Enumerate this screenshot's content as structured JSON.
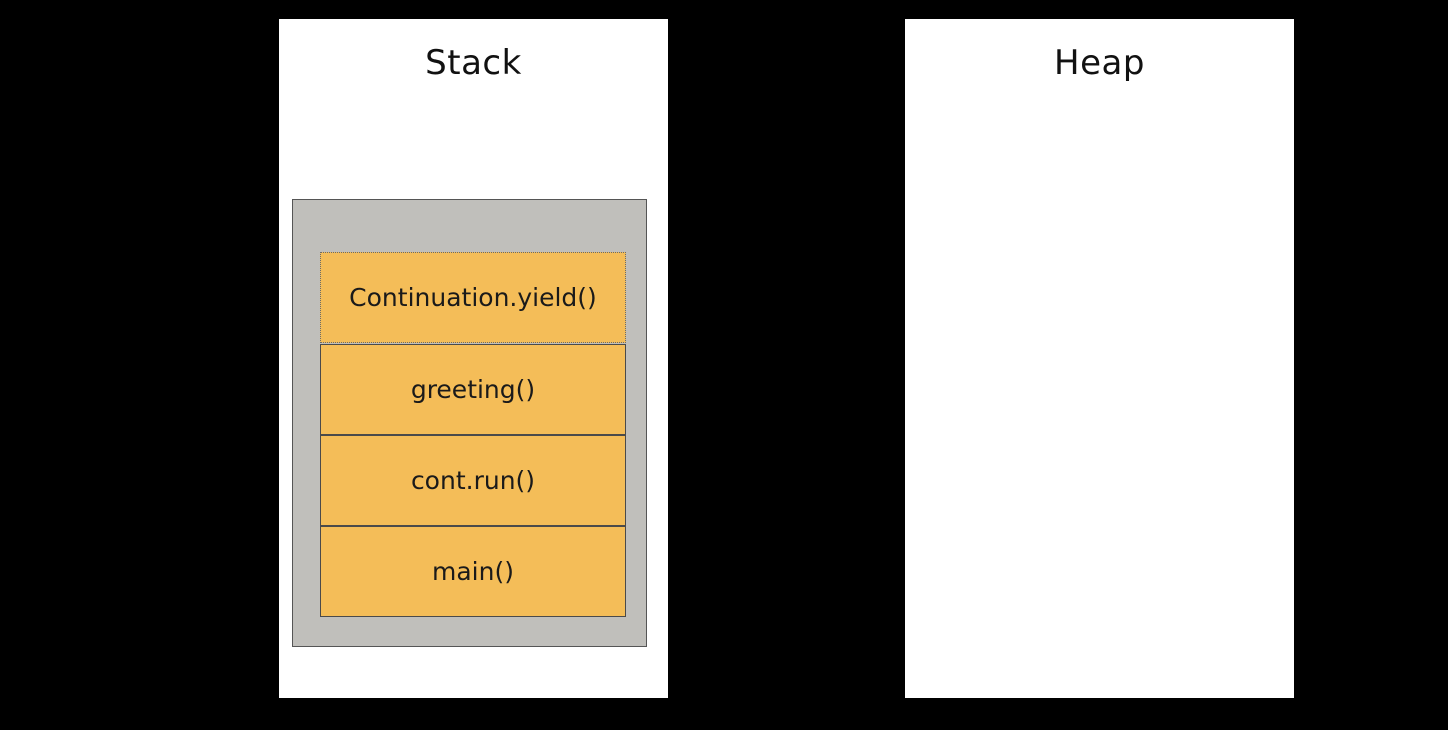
{
  "stack": {
    "title": "Stack",
    "frames": [
      {
        "label": "Continuation.yield()",
        "style": "dotted"
      },
      {
        "label": "greeting()",
        "style": "solid"
      },
      {
        "label": "cont.run()",
        "style": "solid"
      },
      {
        "label": "main()",
        "style": "solid"
      }
    ]
  },
  "heap": {
    "title": "Heap"
  },
  "colors": {
    "background": "#000000",
    "panel": "#ffffff",
    "container": "#c0bfbb",
    "frame": "#f4bd58"
  }
}
